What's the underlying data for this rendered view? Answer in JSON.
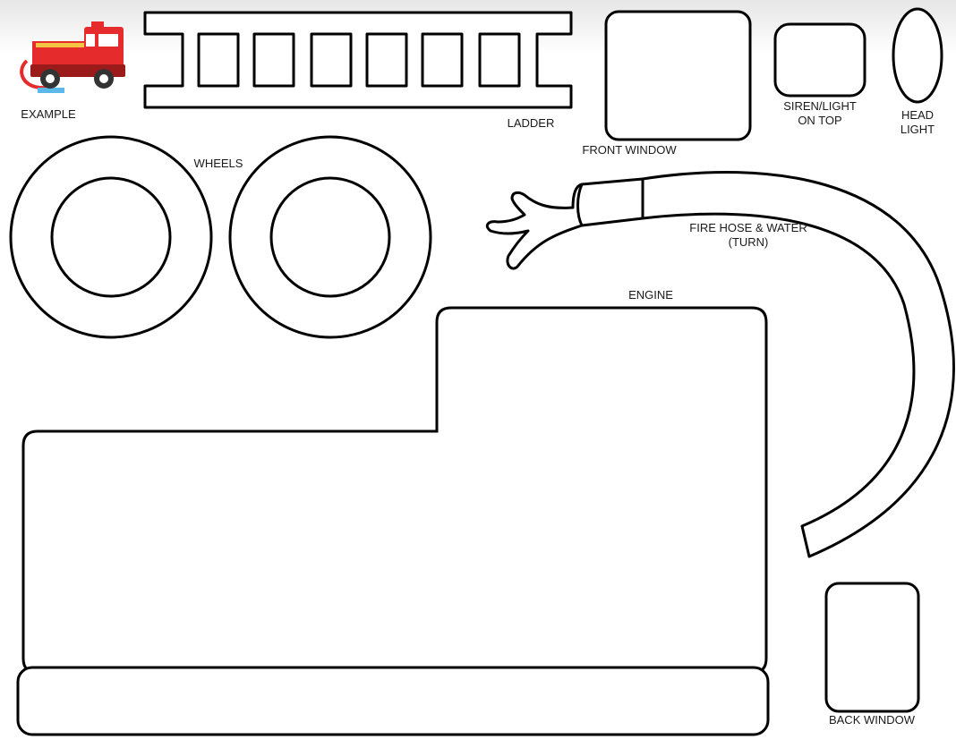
{
  "labels": {
    "example": "EXAMPLE",
    "ladder": "LADDER",
    "front_window": "FRONT WINDOW",
    "siren": "SIREN/LIGHT\nON TOP",
    "head_light": "HEAD\nLIGHT",
    "wheels": "WHEELS",
    "fire_hose": "FIRE HOSE & WATER\n(TURN)",
    "engine": "ENGINE",
    "back_window": "BACK WINDOW"
  },
  "colors": {
    "outline": "#000000",
    "truck_red": "#e52b2b",
    "truck_dark": "#9b1b1b",
    "wheel_dark": "#333333",
    "window_white": "#ffffff",
    "ladder_yellow": "#f4c542",
    "water_blue": "#5bb8e8"
  }
}
